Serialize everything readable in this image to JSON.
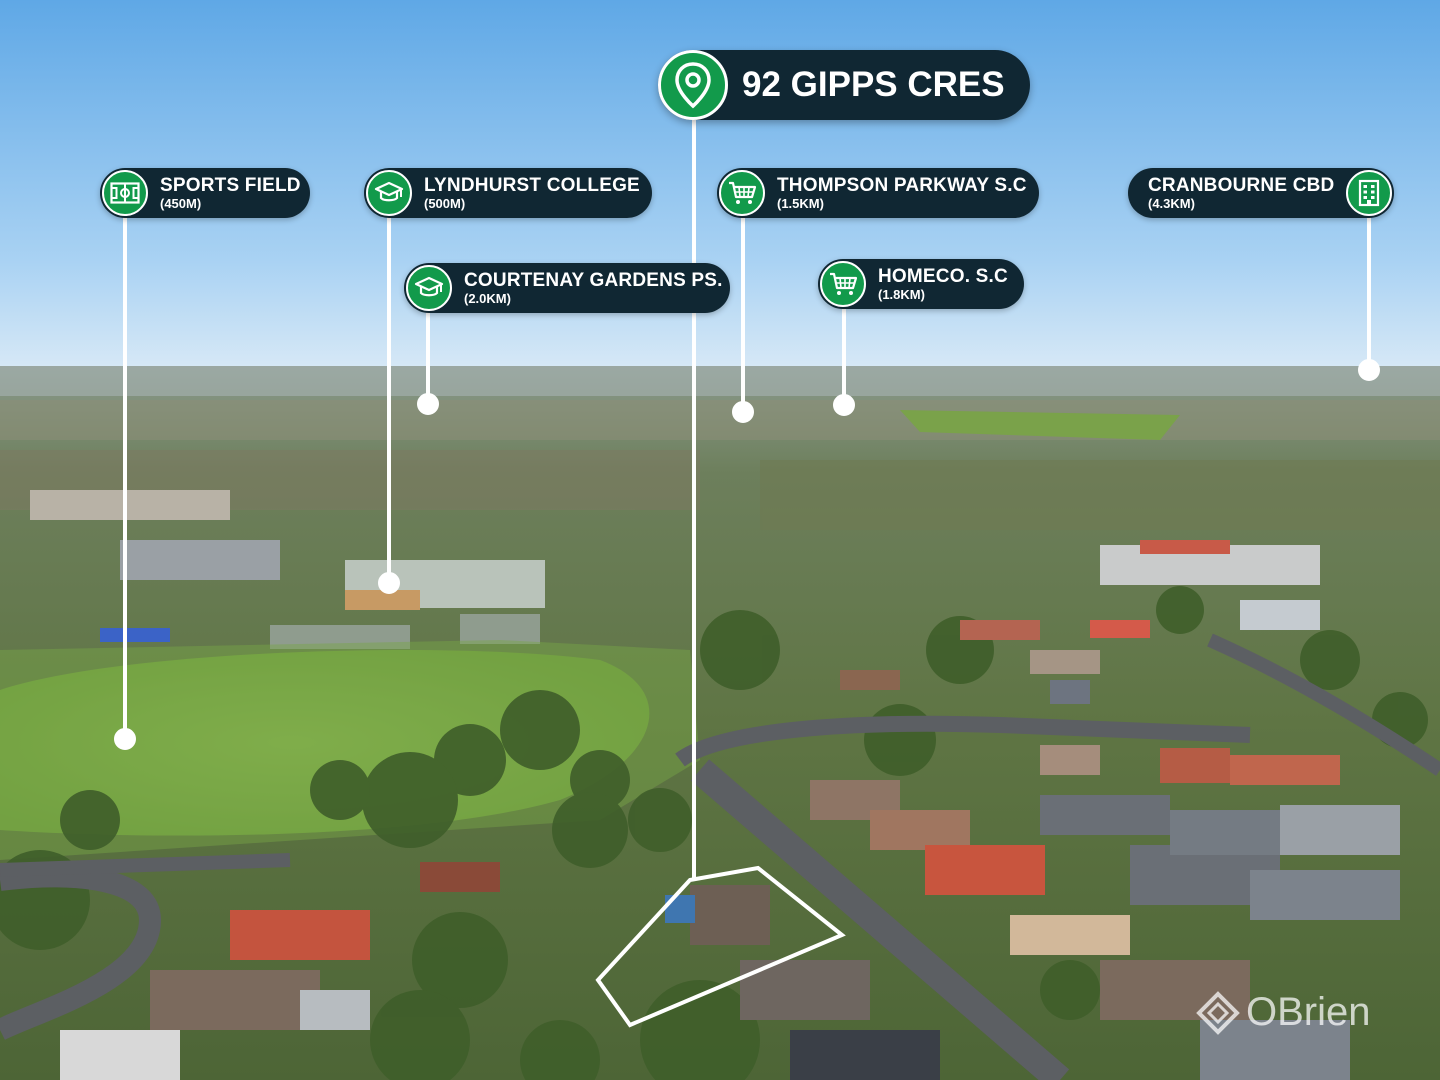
{
  "main_label": {
    "title": "92 GIPPS CRES",
    "icon": "location-pin-icon"
  },
  "pois": [
    {
      "name": "SPORTS FIELD",
      "distance": "(450M)",
      "icon": "sports-field-icon"
    },
    {
      "name": "LYNDHURST COLLEGE",
      "distance": "(500M)",
      "icon": "graduation-cap-icon"
    },
    {
      "name": "COURTENAY GARDENS PS.",
      "distance": "(2.0KM)",
      "icon": "graduation-cap-icon"
    },
    {
      "name": "THOMPSON PARKWAY S.C",
      "distance": "(1.5KM)",
      "icon": "shopping-cart-icon"
    },
    {
      "name": "HOMECO. S.C",
      "distance": "(1.8KM)",
      "icon": "shopping-cart-icon"
    },
    {
      "name": "CRANBOURNE CBD",
      "distance": "(4.3KM)",
      "icon": "building-icon"
    }
  ],
  "watermark": "OBrien",
  "colors": {
    "label_bg": "#102733",
    "badge_green": "#129a4b",
    "boundary": "#ffffff"
  }
}
